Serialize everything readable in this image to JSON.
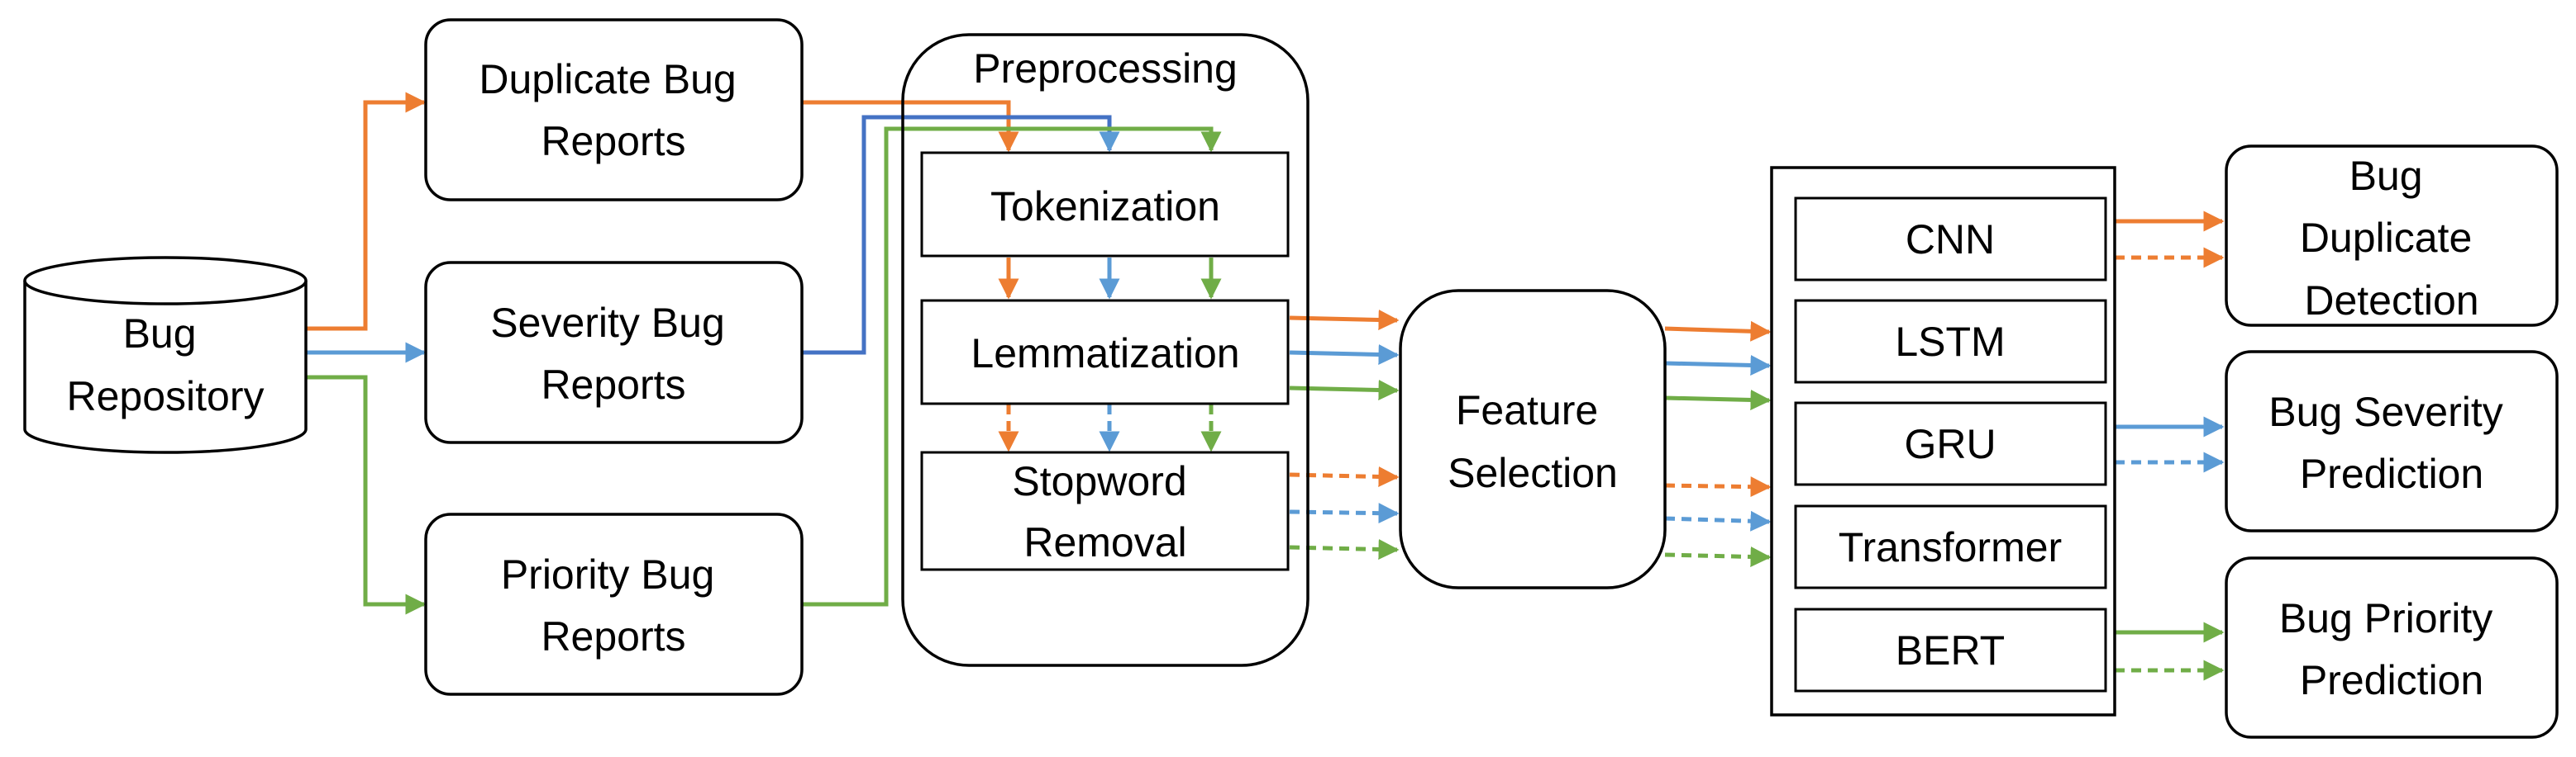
{
  "colors": {
    "duplicate": "#ED7D31",
    "severity": "#5B9BD5",
    "priority": "#70AD47",
    "outline": "#000000"
  },
  "repository": {
    "lines": [
      "Bug",
      "Repository"
    ]
  },
  "reports": {
    "duplicate": {
      "lines": [
        "Duplicate Bug",
        "Reports"
      ]
    },
    "severity": {
      "lines": [
        "Severity Bug",
        "Reports"
      ]
    },
    "priority": {
      "lines": [
        "Priority Bug",
        "Reports"
      ]
    }
  },
  "preprocessing": {
    "title": "Preprocessing",
    "tokenization": "Tokenization",
    "lemmatization": "Lemmatization",
    "stopword": {
      "lines": [
        "Stopword",
        "Removal"
      ]
    }
  },
  "feature_selection": {
    "lines": [
      "Feature",
      "Selection"
    ]
  },
  "models": [
    "CNN",
    "LSTM",
    "GRU",
    "Transformer",
    "BERT"
  ],
  "outputs": {
    "duplicate": {
      "lines": [
        "Bug",
        "Duplicate",
        "Detection"
      ]
    },
    "severity": {
      "lines": [
        "Bug Severity",
        "Prediction"
      ]
    },
    "priority": {
      "lines": [
        "Bug Priority",
        "Prediction"
      ]
    }
  }
}
